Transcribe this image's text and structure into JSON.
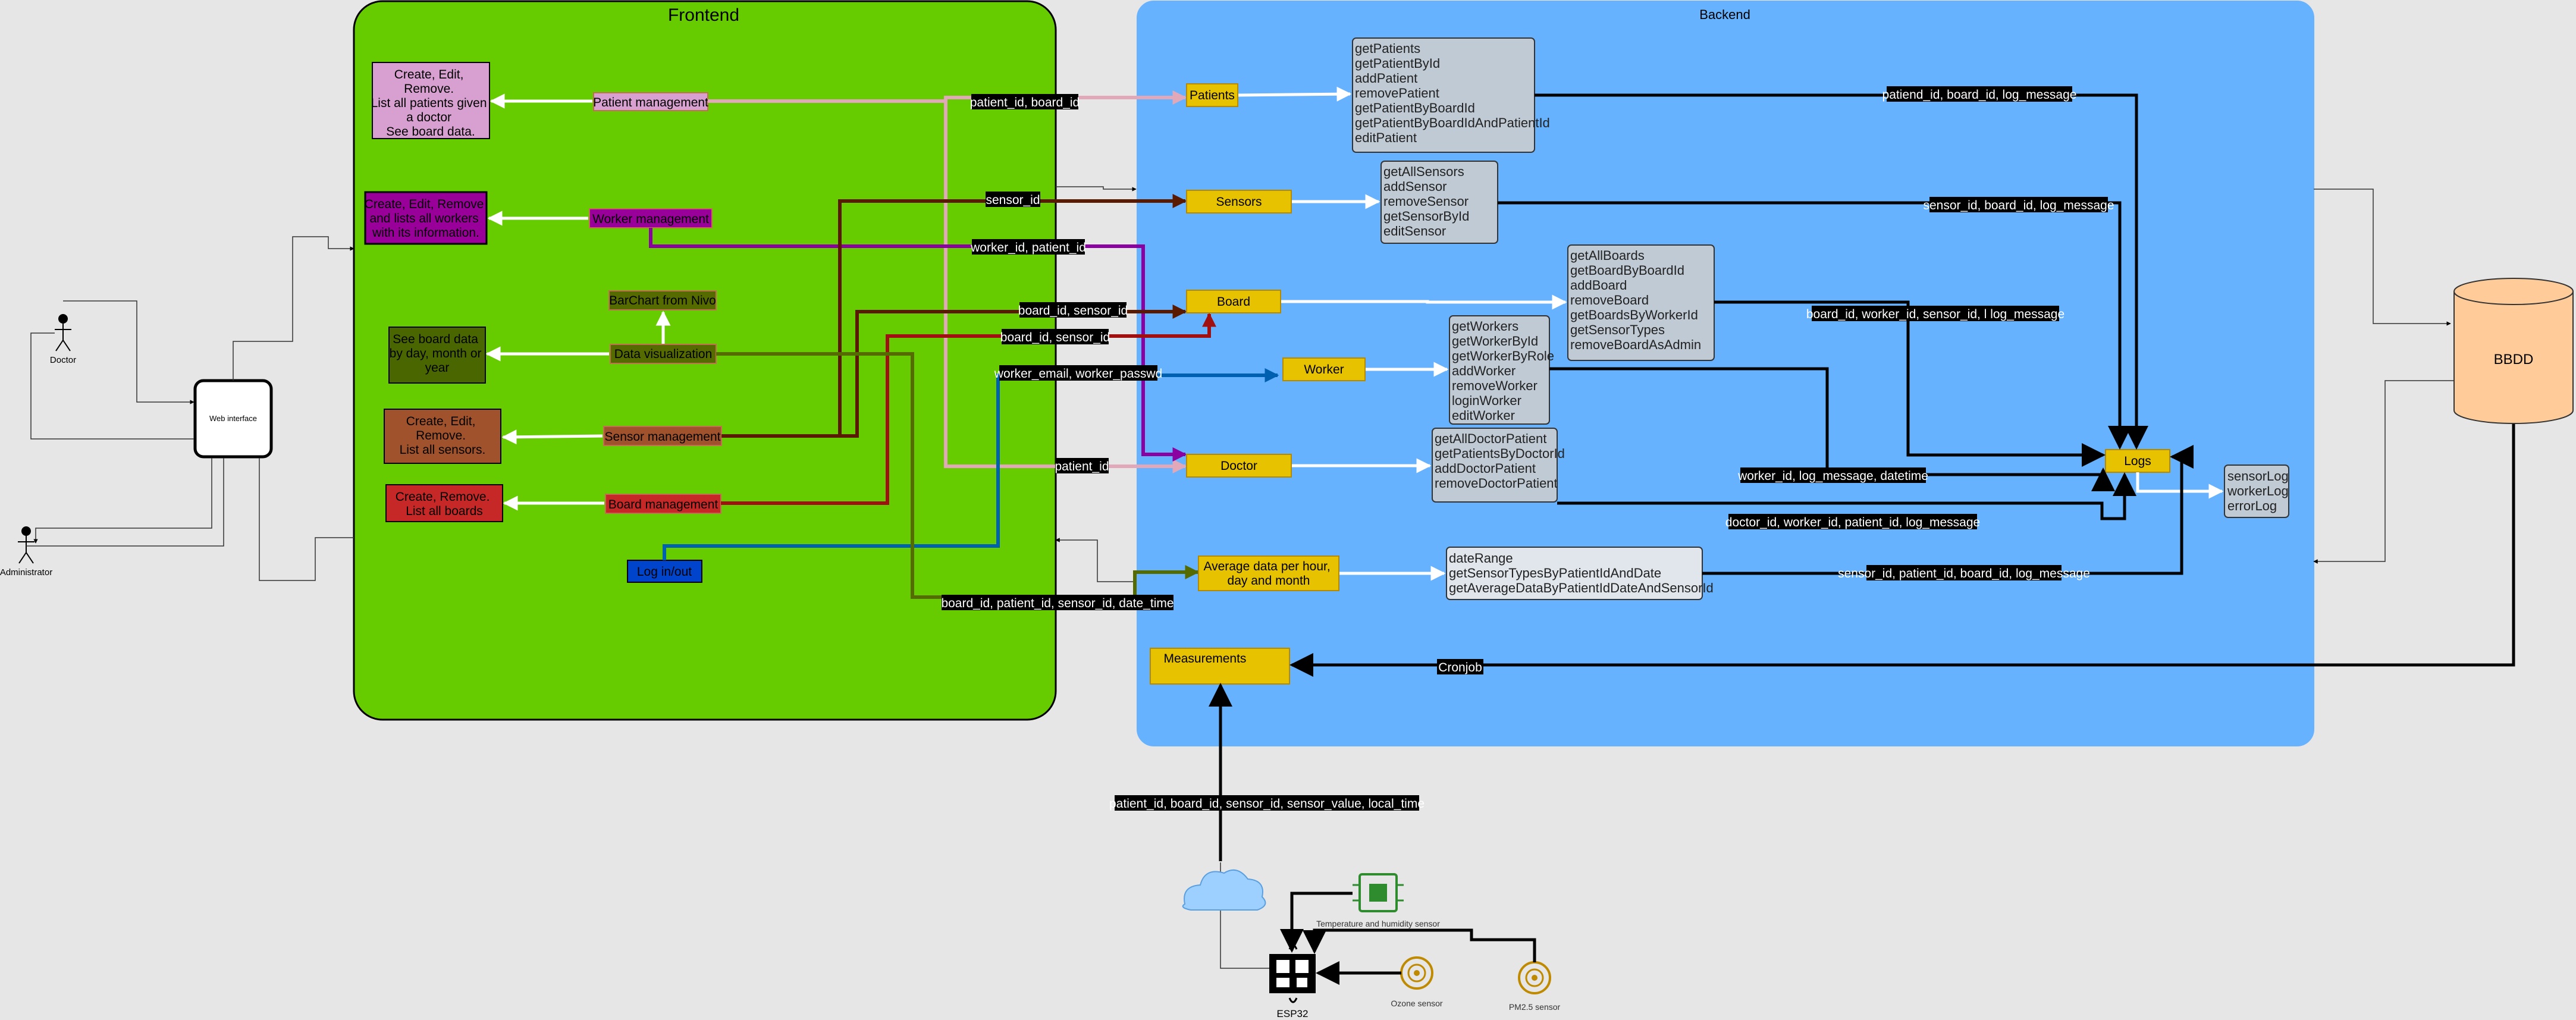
{
  "frontend": {
    "title": "Frontend",
    "patient_management": "Patient management",
    "patient_desc": [
      "Create, Edit,",
      "Remove.",
      "List all patients given",
      "a doctor",
      "See board data."
    ],
    "worker_management": "Worker management",
    "worker_desc": [
      "Create, Edit, Remove",
      "and lists all workers",
      "with its information."
    ],
    "barchart": "BarChart from Nivo",
    "data_visualization": "Data visualization",
    "data_desc": [
      "See board data",
      "by day, month or",
      "year"
    ],
    "sensor_management": "Sensor management",
    "sensor_desc": [
      "Create, Edit,",
      "Remove.",
      "List all sensors."
    ],
    "board_management": "Board management",
    "board_desc": [
      "Create, Remove.",
      "List all boards"
    ],
    "login": "Log in/out"
  },
  "backend": {
    "title": "Backend",
    "patients": "Patients",
    "sensors": "Sensors",
    "board": "Board",
    "worker": "Worker",
    "doctor": "Doctor",
    "average": [
      "Average data per hour,",
      "day and month"
    ],
    "measurements": "Measurements",
    "logs": "Logs",
    "patients_methods": [
      "getPatients",
      "getPatientById",
      "addPatient",
      "removePatient",
      "getPatientByBoardId",
      "getPatientByBoardIdAndPatientId",
      "editPatient"
    ],
    "sensors_methods": [
      "getAllSensors",
      "addSensor",
      "removeSensor",
      "getSensorById",
      "editSensor"
    ],
    "board_methods": [
      "getAllBoards",
      "getBoardByBoardId",
      "addBoard",
      "removeBoard",
      "getBoardsByWorkerId",
      "getSensorTypes",
      "removeBoardAsAdmin"
    ],
    "worker_methods": [
      "getWorkers",
      "getWorkerById",
      "getWorkerByRole",
      "addWorker",
      "removeWorker",
      "loginWorker",
      "editWorker"
    ],
    "doctor_methods": [
      "getAllDoctorPatient",
      "getPatientsByDoctorId",
      "addDoctorPatient",
      "removeDoctorPatient"
    ],
    "average_methods": [
      "dateRange",
      "getSensorTypesByPatientIdAndDate",
      "getAverageDataByPatientIdDateAndSensorId"
    ],
    "log_tables": [
      "sensorLog",
      "workerLog",
      "errorLog"
    ]
  },
  "database": {
    "label": "BBDD"
  },
  "actors": {
    "doctor": "Doctor",
    "administrator": "Administrator",
    "web_interface": "Web interface"
  },
  "devices": {
    "esp32": "ESP32",
    "temp_sensor": "Temperature and humidity sensor",
    "ozone_sensor": "Ozone sensor",
    "pm25_sensor": "PM2.5 sensor"
  },
  "edges": {
    "patient_board": "patient_id, board_id",
    "sensor_id": "sensor_id",
    "worker_patient": "worker_id, patient_id",
    "board_sensor_1": "board_id, sensor_id",
    "board_sensor_2": "board_id, sensor_id",
    "worker_email": "worker_email, worker_passwd",
    "patient_id": "patient_id",
    "board_patient_sensor_date": "board_id, patient_id, sensor_id, date_time",
    "patient_log": "patiend_id, board_id, log_message",
    "sensor_log": "sensor_id, board_id, log_message",
    "board_log": "board_id, worker_id, sensor_id, l log_message",
    "worker_log": "worker_id, log_message, datetime",
    "doctor_log": "doctor_id, worker_id, patient_id, log_message",
    "average_log": "sensor_id, patient_id, board_id, log_message",
    "cronjob": "Cronjob",
    "measurements_payload": "patient_id, board_id, sensor_id, sensor_value, local_time"
  },
  "colors": {
    "frontend_bg": "#66cc00",
    "backend_bg": "#66b2ff",
    "service_box": "#e6c200",
    "method_box": "#c0cad4",
    "database": "#ffcc99"
  }
}
